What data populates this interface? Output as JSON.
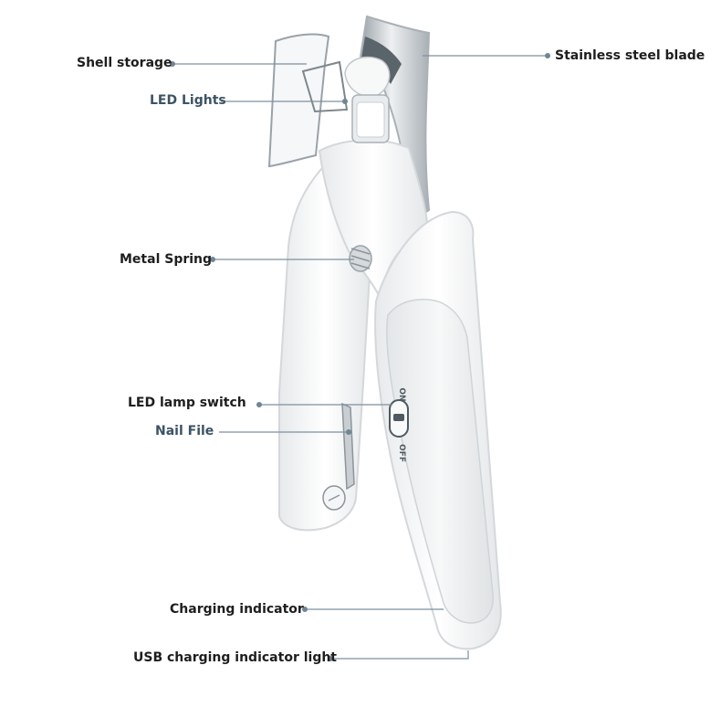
{
  "colors": {
    "label_dark": "#1e1e1e",
    "label_slate": "#3c5365",
    "leader_line": "#7d919e",
    "leader_dot": "#6f8694",
    "device_body": "#f4f5f6",
    "device_grip": "#eceeee",
    "blade_steel": "#c7ccd0",
    "outline": "#d4d8db"
  },
  "labels": {
    "shell_storage": "Shell storage",
    "led_lights": "LED Lights",
    "stainless_steel_blade": "Stainless steel blade",
    "metal_spring": "Metal Spring",
    "led_lamp_switch": "LED lamp switch",
    "nail_file": "Nail File",
    "charging_indicator": "Charging indicator",
    "usb_charging_indicator_light": "USB charging indicator light"
  },
  "switch": {
    "on": "ON",
    "off": "OFF"
  }
}
